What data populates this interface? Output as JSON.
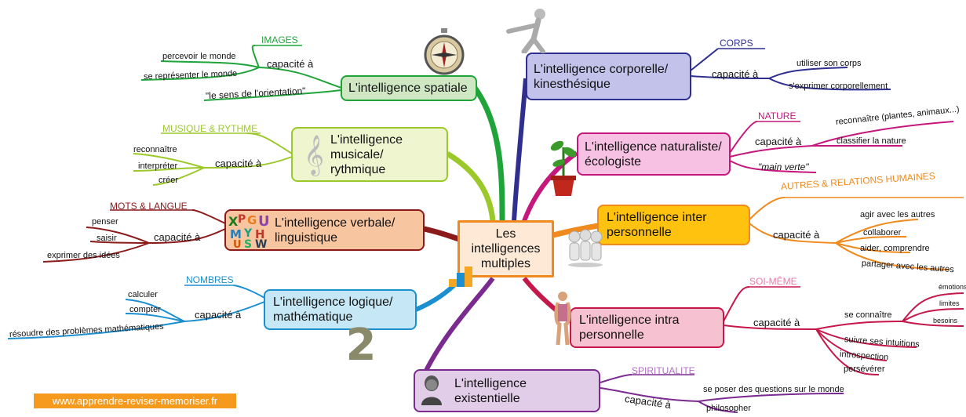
{
  "center": "Les intelligences multiples",
  "capacite": "capacité à",
  "site": "www.apprendre-reviser-memoriser.fr",
  "colors": {
    "spatiale": "#1fa43a",
    "musicale": "#9cc92a",
    "verbale": "#8b1a1a",
    "logique": "#1b8fcf",
    "existentielle": "#7b2a8f",
    "corporelle": "#2f2f8f",
    "naturaliste": "#c5187c",
    "inter": "#f08a1e",
    "intra": "#c5184a"
  },
  "spatiale": {
    "title": "L'intelligence spatiale",
    "category": "IMAGES",
    "items": [
      "percevoir le monde",
      "se représenter le monde"
    ],
    "quote": "\"le sens de l'orientation\"",
    "icon": "compass-icon"
  },
  "musicale": {
    "title": "L'intelligence musicale/ rythmique",
    "category": "MUSIQUE & RYTHME",
    "items": [
      "reconnaître",
      "interpréter",
      "créer"
    ],
    "icon": "treble-clef-icon"
  },
  "verbale": {
    "title": "L'intelligence verbale/ linguistique",
    "category": "MOTS & LANGUE",
    "items": [
      "penser",
      "saisir",
      "exprimer des idées"
    ],
    "icon": "letters-icon"
  },
  "logique": {
    "title": "L'intelligence logique/ mathématique",
    "category": "NOMBRES",
    "items": [
      "calculer",
      "compter",
      "résoudre des problèmes mathématiques"
    ],
    "icon": "number-two-icon",
    "icon_text": "2"
  },
  "existentielle": {
    "title": "L'intelligence existentielle",
    "category": "SPIRITUALITE",
    "items": [
      "se poser des questions sur le monde",
      "philosopher"
    ],
    "icon": "buddha-icon"
  },
  "corporelle": {
    "title": "L'intelligence corporelle/ kinesthésique",
    "category": "CORPS",
    "items": [
      "utiliser son corps",
      "s'exprimer corporellement"
    ],
    "icon": "stretching-figure-icon"
  },
  "naturaliste": {
    "title": "L'intelligence naturaliste/ écologiste",
    "category": "NATURE",
    "items": [
      "reconnaître (plantes, animaux...)",
      "classifier la nature"
    ],
    "quote": "\"main verte\"",
    "icon": "potted-plant-icon"
  },
  "inter": {
    "title": "L'intelligence inter personnelle",
    "category": "AUTRES & RELATIONS HUMAINES",
    "items": [
      "agir avec les autres",
      "collaborer",
      "aider, comprendre",
      "partager avec les autres"
    ],
    "icon": "group-people-icon"
  },
  "intra": {
    "title": "L'intelligence intra personnelle",
    "category": "SOI-MÊME",
    "connaitre": "se connaître",
    "sub": [
      "émotions",
      "limites",
      "besoins"
    ],
    "items": [
      "suivre ses intuitions",
      "introspection",
      "persévérer"
    ],
    "icon": "mirror-figure-icon"
  }
}
